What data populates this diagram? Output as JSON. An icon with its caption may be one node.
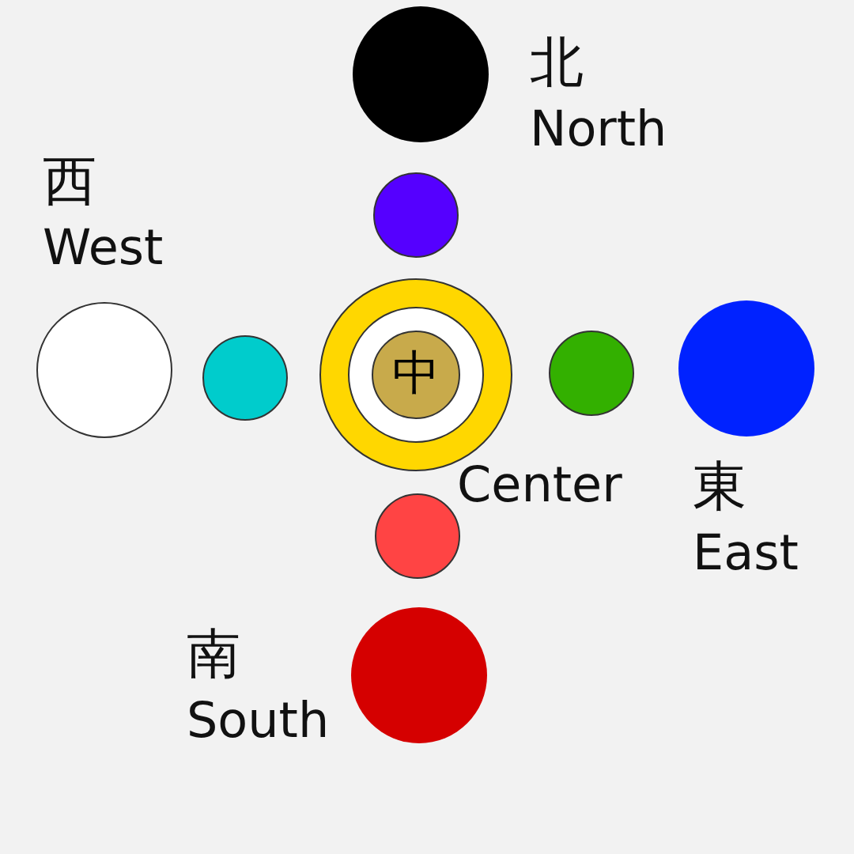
{
  "diagram": {
    "nodes": [
      {
        "text": [],
        "shape": "circle",
        "beside": [
          "北",
          "North"
        ]
      },
      {
        "text": [],
        "shape": "circle"
      },
      {
        "text": [],
        "shape": "circle",
        "beside": [
          "西",
          "West"
        ]
      },
      {
        "text": [],
        "shape": "circle"
      },
      {
        "text": [],
        "shape": "circle",
        "beside": [
          "Center"
        ]
      },
      {
        "text": [],
        "shape": "circle",
        "in": 4
      },
      {
        "text": [
          "中"
        ],
        "in": 5
      },
      {
        "text": [],
        "shape": "circle"
      },
      {
        "text": [],
        "shape": "circle",
        "beside": [
          "東",
          "East"
        ]
      },
      {
        "text": [],
        "shape": "circle"
      },
      {
        "text": [],
        "shape": "circle",
        "beside": [
          "南",
          "South"
        ]
      }
    ]
  }
}
